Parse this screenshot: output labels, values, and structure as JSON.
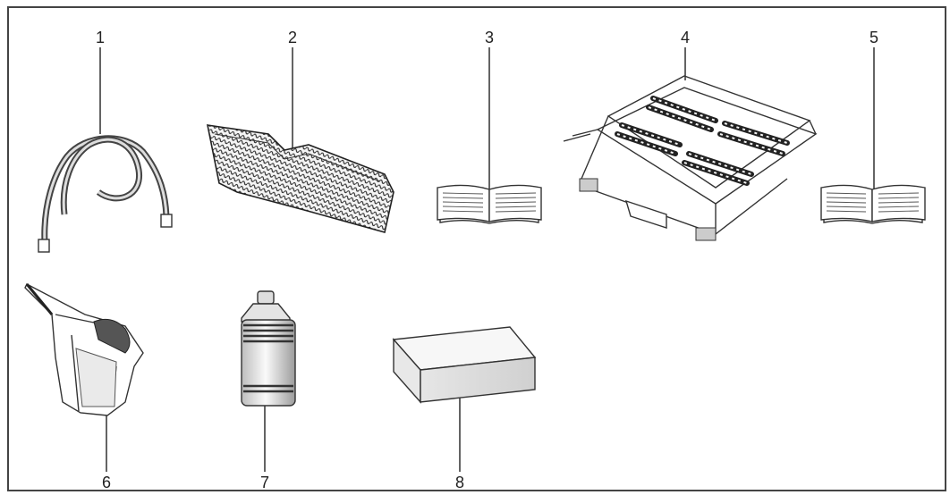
{
  "figure": {
    "frame_color": "#444444",
    "items": [
      {
        "number": "1",
        "icon": "drain-hose-icon"
      },
      {
        "number": "2",
        "icon": "filter-mesh-icon"
      },
      {
        "number": "3",
        "icon": "manual-book-icon"
      },
      {
        "number": "4",
        "icon": "cutlery-rack-icon"
      },
      {
        "number": "5",
        "icon": "manual-book-icon"
      },
      {
        "number": "6",
        "icon": "salt-funnel-icon"
      },
      {
        "number": "7",
        "icon": "detergent-bottle-icon"
      },
      {
        "number": "8",
        "icon": "sponge-block-icon"
      }
    ]
  }
}
